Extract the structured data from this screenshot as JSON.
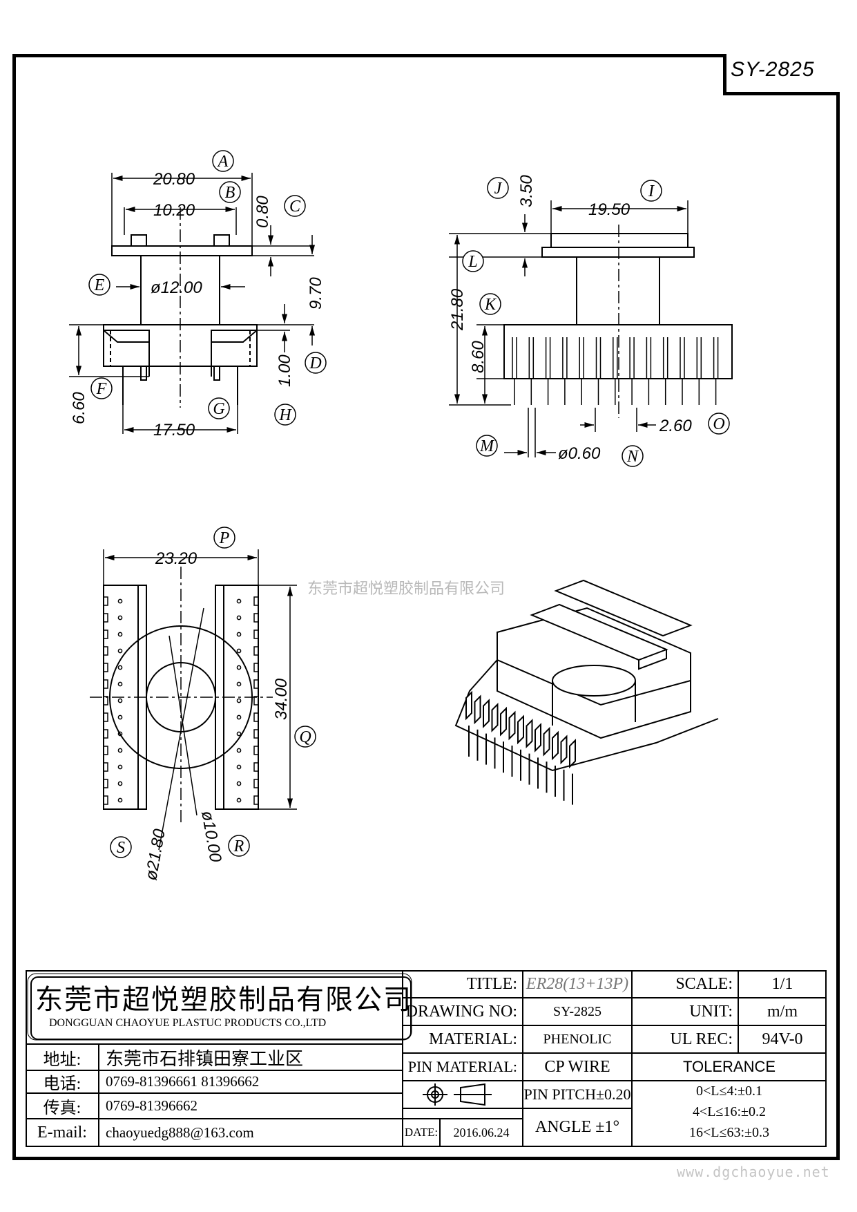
{
  "drawing_code": "SY-2825",
  "watermark": "东莞市超悦塑胶制品有限公司",
  "website": "www.dgchaoyue.net",
  "front_view": {
    "dims": {
      "A": "20.80",
      "B": "10.20",
      "C": "0.80",
      "E": "ø12.00",
      "nine": "9.70",
      "D": "1.00",
      "F": "6.60",
      "G": "17.50"
    },
    "callouts": [
      "A",
      "B",
      "C",
      "D",
      "E",
      "F",
      "G",
      "H"
    ]
  },
  "side_view": {
    "dims": {
      "J": "3.50",
      "I": "19.50",
      "L": "21.80",
      "K": "8.60",
      "O": "2.60",
      "N": "ø0.60"
    },
    "callouts": [
      "I",
      "J",
      "K",
      "L",
      "M",
      "N",
      "O"
    ]
  },
  "bottom_view": {
    "dims": {
      "P": "23.20",
      "Q": "34.00",
      "S": "ø21.80",
      "R": "ø10.00"
    },
    "callouts": [
      "P",
      "Q",
      "R",
      "S"
    ]
  },
  "title_block": {
    "company_cn": "东莞市超悦塑胶制品有限公司",
    "company_en": "DONGGUAN CHAOYUE PLASTUC PRODUCTS CO.,LTD",
    "address_label": "地址:",
    "address": "东莞市石排镇田寮工业区",
    "phone_label": "电话:",
    "phone": "0769-81396661  81396662",
    "fax_label": "传真:",
    "fax": "0769-81396662",
    "email_label": "E-mail:",
    "email": "chaoyuedg888@163.com",
    "title_label": "TITLE:",
    "title": "ER28(13+13P)",
    "drawing_no_label": "DRAWING NO:",
    "drawing_no": "SY-2825",
    "material_label": "MATERIAL:",
    "material": "PHENOLIC",
    "pin_material_label": "PIN MATERIAL:",
    "pin_material": "CP WIRE",
    "pin_pitch": "PIN PITCH±0.20",
    "angle": "ANGLE  ±1°",
    "date_label": "DATE:",
    "date": "2016.06.24",
    "scale_label": "SCALE:",
    "scale": "1/1",
    "unit_label": "UNIT:",
    "unit": "m/m",
    "ul_label": "UL REC:",
    "ul": "94V-0",
    "tolerance_label": "TOLERANCE",
    "tolerances": [
      "0<L≤4:±0.1",
      "4<L≤16:±0.2",
      "16<L≤63:±0.3"
    ]
  }
}
